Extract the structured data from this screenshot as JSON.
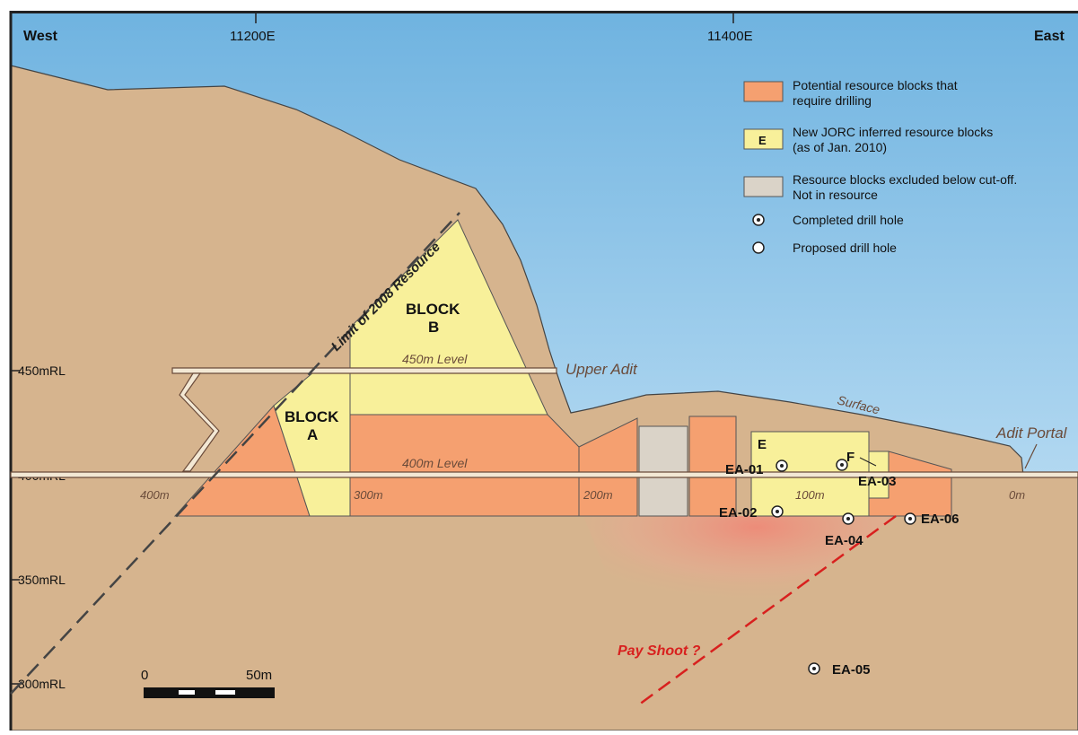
{
  "header": {
    "west": "West",
    "east": "East",
    "easting_1": "11200E",
    "easting_2": "11400E"
  },
  "levels_rl": [
    "450mRL",
    "400mRL",
    "350mRL",
    "300mRL"
  ],
  "chainage": [
    "400m",
    "300m",
    "200m",
    "100m",
    "0m"
  ],
  "labels": {
    "limit_2008": "Limit of 2008 Resource",
    "block_b_1": "BLOCK",
    "block_b_2": "B",
    "block_a_1": "BLOCK",
    "block_a_2": "A",
    "level_450": "450m Level",
    "level_400": "400m Level",
    "upper_adit": "Upper Adit",
    "surface": "Surface",
    "adit_portal": "Adit Portal",
    "block_e": "E",
    "block_f": "F",
    "pay_shoot": "Pay Shoot ?"
  },
  "legend": {
    "item1_l1": "Potential resource blocks that",
    "item1_l2": "require drilling",
    "item2_swatch": "E",
    "item2_l1": "New JORC inferred resource blocks",
    "item2_l2": "(as of Jan. 2010)",
    "item3_l1": "Resource blocks excluded below cut-off.",
    "item3_l2": "Not in resource",
    "item4": "Completed drill hole",
    "item5": "Proposed drill hole"
  },
  "drill_holes": [
    "EA-01",
    "EA-02",
    "EA-03",
    "EA-04",
    "EA-05",
    "EA-06"
  ],
  "scale_bar": {
    "start": "0",
    "end": "50m"
  },
  "colors": {
    "sky": "#a9d3ee",
    "ground": "#d6b48e",
    "orange": "#f5a070",
    "yellow": "#f8f09a",
    "grey": "#dad3c8",
    "adit": "#f3e8d4",
    "red": "#d8201e"
  }
}
